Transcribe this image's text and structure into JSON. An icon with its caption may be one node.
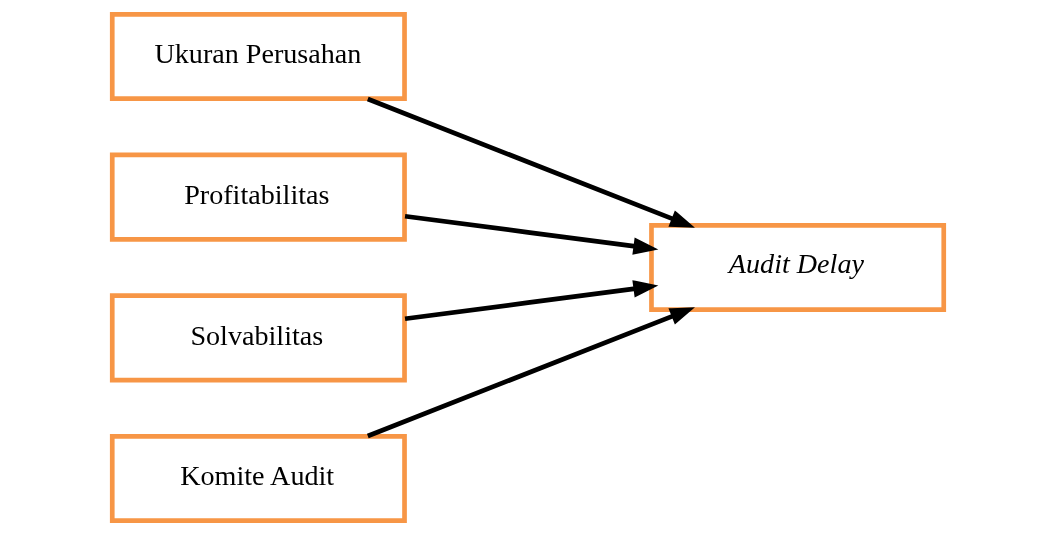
{
  "diagram": {
    "nodes": [
      {
        "text": [
          "Ukuran Perusahan"
        ]
      },
      {
        "text": [
          "Profitabilitas"
        ]
      },
      {
        "text": [
          "Solvabilitas"
        ]
      },
      {
        "text": [
          "Komite Audit"
        ]
      },
      {
        "text": [
          "Audit Delay"
        ]
      }
    ],
    "edges": [
      {
        "from": 0,
        "to": 4,
        "arrow": "to"
      },
      {
        "from": 1,
        "to": 4,
        "arrow": "to"
      },
      {
        "from": 2,
        "to": 4,
        "arrow": "to"
      },
      {
        "from": 3,
        "to": 4,
        "arrow": "to"
      }
    ]
  }
}
